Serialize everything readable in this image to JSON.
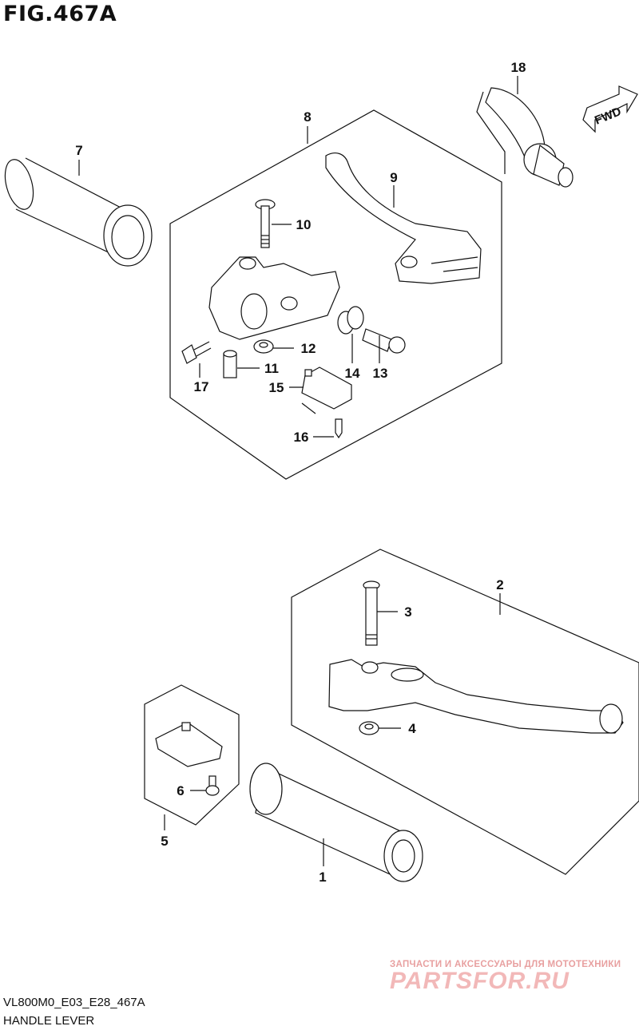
{
  "figure": {
    "title": "FIG.467A",
    "code": "VL800M0_E03_E28_467A",
    "name": "HANDLE LEVER"
  },
  "fwd_label": "FWD",
  "callouts": [
    "1",
    "2",
    "3",
    "4",
    "5",
    "6",
    "7",
    "8",
    "9",
    "10",
    "11",
    "12",
    "13",
    "14",
    "15",
    "16",
    "17",
    "18"
  ],
  "watermark": {
    "top_line": "ЗАПЧАСТИ И АКСЕССУАРЫ ДЛЯ МОТОТЕХНИКИ",
    "logo": "PARTSFOR.RU"
  }
}
